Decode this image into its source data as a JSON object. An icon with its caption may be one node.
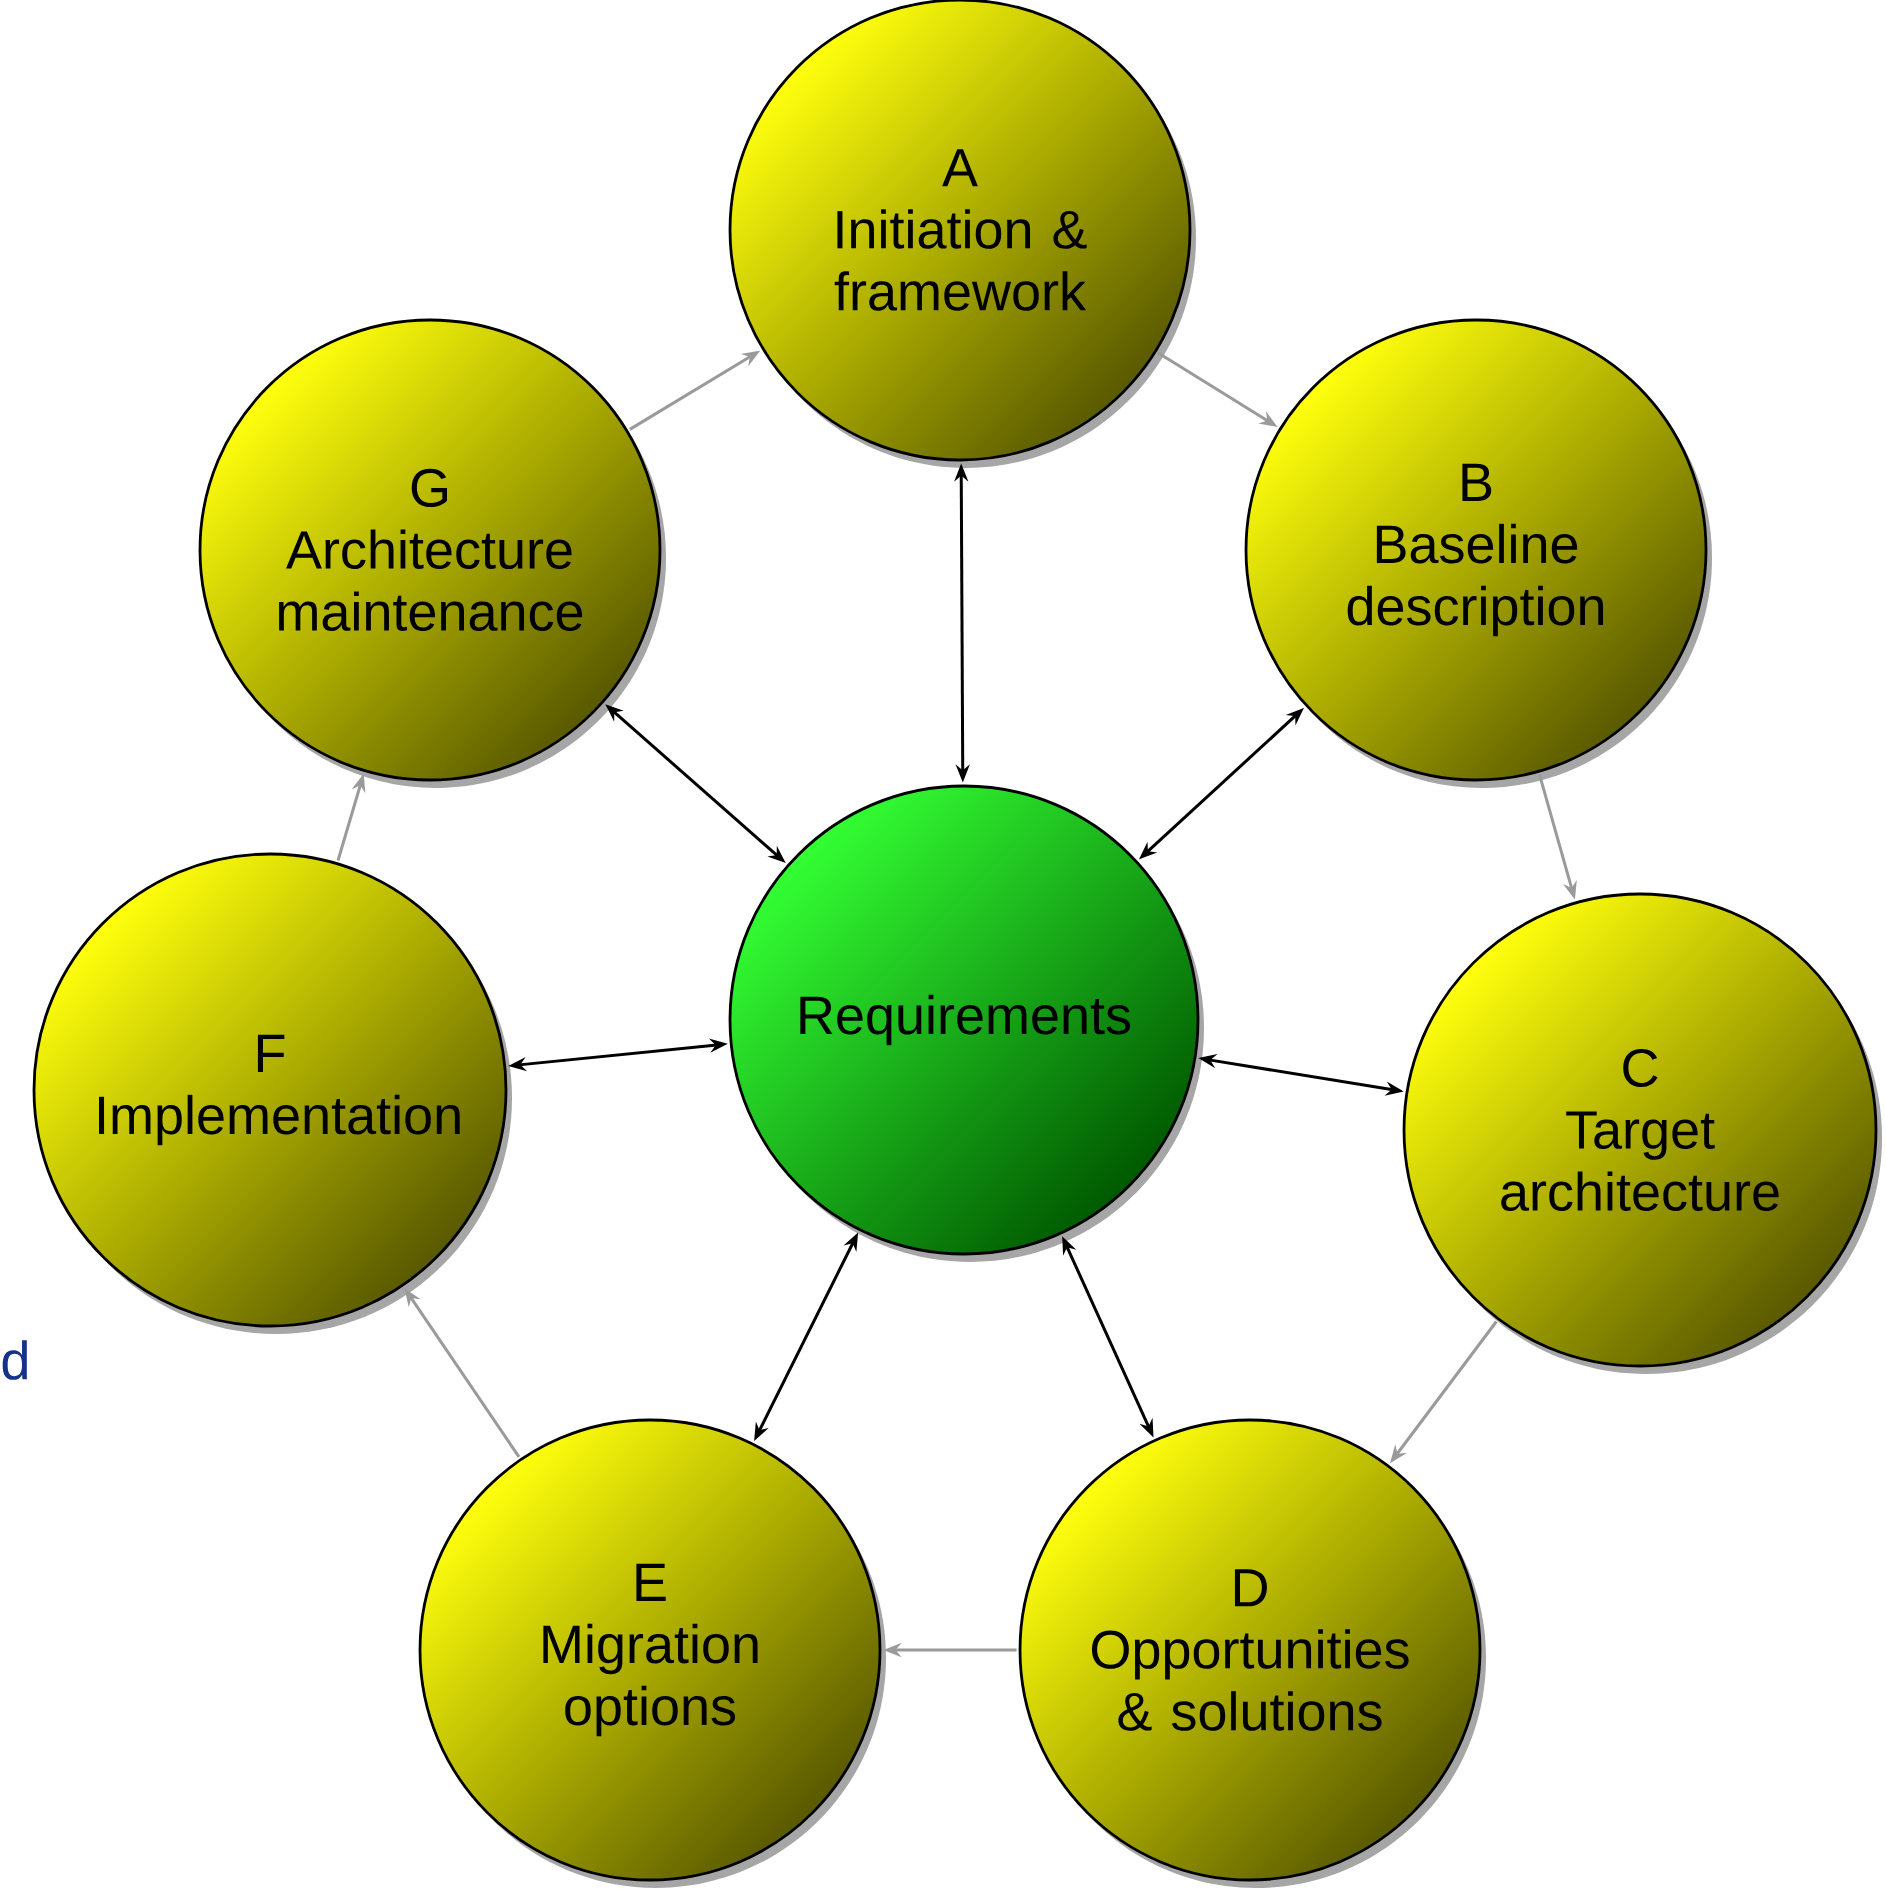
{
  "diagram": {
    "nodes": [
      {
        "text": [
          "A",
          "Initiation & framework"
        ]
      },
      {
        "text": [
          "B",
          "Baseline description"
        ]
      },
      {
        "text": [
          "C",
          "Target architecture"
        ]
      },
      {
        "text": [
          "D",
          "Opportunities & solutions"
        ]
      },
      {
        "text": [
          "E",
          "Migration options"
        ]
      },
      {
        "text": [
          "F",
          "Implementation"
        ]
      },
      {
        "text": [
          "G",
          "Architecture maintenance"
        ]
      },
      {
        "text": [
          "Requirements"
        ]
      }
    ],
    "edges": [
      {
        "from": 0,
        "to": 1,
        "arrow": "to",
        "color": "#9a9a9a"
      },
      {
        "from": 1,
        "to": 2,
        "arrow": "to",
        "color": "#9a9a9a"
      },
      {
        "from": 2,
        "to": 3,
        "arrow": "to",
        "color": "#9a9a9a"
      },
      {
        "from": 3,
        "to": 4,
        "arrow": "to",
        "color": "#9a9a9a"
      },
      {
        "from": 4,
        "to": 5,
        "arrow": "to",
        "color": "#9a9a9a"
      },
      {
        "from": 5,
        "to": 6,
        "arrow": "to",
        "color": "#9a9a9a"
      },
      {
        "from": 6,
        "to": 0,
        "arrow": "to",
        "color": "#9a9a9a"
      },
      {
        "from": 7,
        "to": 0,
        "arrow": "both",
        "color": "#000000"
      },
      {
        "from": 7,
        "to": 1,
        "arrow": "both",
        "color": "#000000"
      },
      {
        "from": 7,
        "to": 2,
        "arrow": "both",
        "color": "#000000"
      },
      {
        "from": 7,
        "to": 3,
        "arrow": "both",
        "color": "#000000"
      },
      {
        "from": 7,
        "to": 4,
        "arrow": "both",
        "color": "#000000"
      },
      {
        "from": 7,
        "to": 5,
        "arrow": "both",
        "color": "#000000"
      },
      {
        "from": 7,
        "to": 6,
        "arrow": "both",
        "color": "#000000"
      }
    ],
    "labels": [
      "d"
    ]
  }
}
